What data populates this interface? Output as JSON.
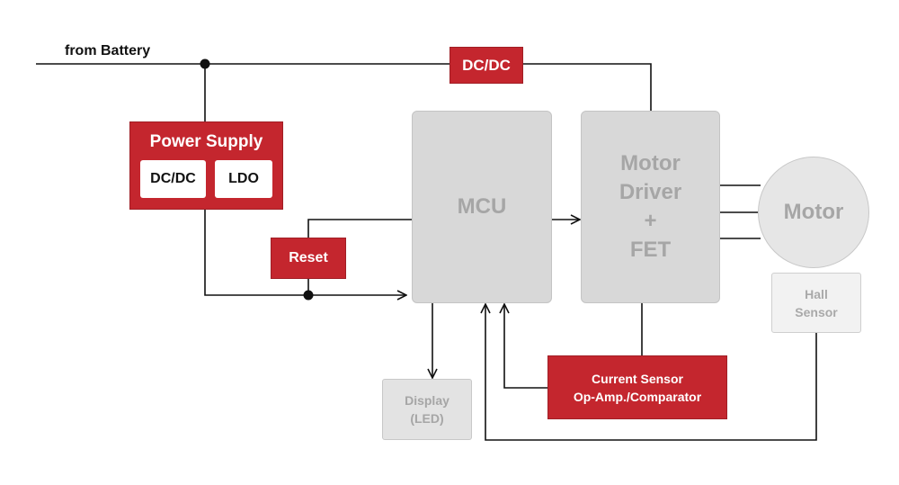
{
  "battery_label": "from Battery",
  "blocks": {
    "dcdc_top": "DC/DC",
    "power_supply": "Power Supply",
    "ps_dcdc": "DC/DC",
    "ps_ldo": "LDO",
    "reset": "Reset",
    "mcu": "MCU",
    "motor_driver": "Motor\nDriver\n+\nFET",
    "motor": "Motor",
    "hall_sensor": "Hall\nSensor",
    "current_sensor": "Current Sensor\nOp-Amp./Comparator",
    "display": "Display\n(LED)"
  },
  "colors": {
    "red": "#c4262e",
    "gray_block": "#d8d8d8",
    "gray_text": "#a6a6a6",
    "wire": "#111111"
  }
}
